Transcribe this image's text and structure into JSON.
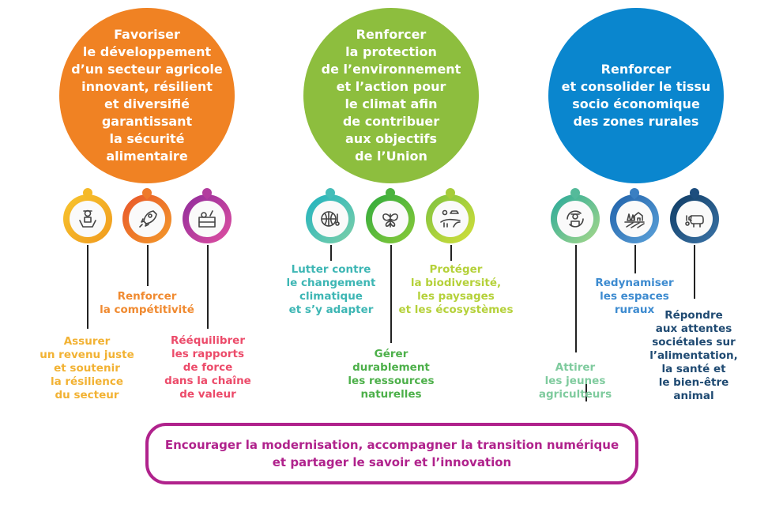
{
  "objectives": [
    {
      "text": "Favoriser\nle développement\nd’un secteur agricole\ninnovant, résilient\net diversifié\ngarantissant\nla sécurité\nalimentaire",
      "color": "#F08223"
    },
    {
      "text": "Renforcer\nla protection\nde l’environnement\net l’action pour\nle climat afin\nde contribuer\naux objectifs\nde l’Union",
      "color": "#8DBE3E"
    },
    {
      "text": "Renforcer\net consolider le tissu\nsocio économique\ndes zones rurales",
      "color": "#0A86CE"
    }
  ],
  "sub_objectives": [
    {
      "text": "Assurer\nun revenu juste\net soutenir\nla résilience\ndu secteur",
      "color": "#F2B233",
      "icon": "farmer-hands-icon"
    },
    {
      "text": "Renforcer\nla compétitivité",
      "color": "#F08A30",
      "icon": "rocket-icon"
    },
    {
      "text": "Rééquilibrer\nles rapports\nde force\ndans la chaîne\nde valeur",
      "color": "#EC4B6A",
      "icon": "produce-crate-icon"
    },
    {
      "text": "Lutter contre\nle changement\nclimatique\net s’y adapter",
      "color": "#3DB6B4",
      "icon": "globe-thermometer-icon"
    },
    {
      "text": "Gérer\ndurablement\nles ressources\nnaturelles",
      "color": "#4DB04A",
      "icon": "butterfly-leaf-icon"
    },
    {
      "text": "Protéger\nla biodiversité,\nles paysages\net les écosystèmes",
      "color": "#B5D13A",
      "icon": "landscape-icon"
    },
    {
      "text": "Attirer\nles jeunes\nagriculteurs",
      "color": "#7FCB9E",
      "icon": "young-farmer-cycle-icon"
    },
    {
      "text": "Redynamiser\nles espaces\nruraux",
      "color": "#3D8BD0",
      "icon": "rural-village-icon"
    },
    {
      "text": "Répondre\naux attentes\nsociétales sur\nl’alimentation,\nla santé et\nle bien-être\nanimal",
      "color": "#1F4A72",
      "icon": "livestock-icon"
    }
  ],
  "cross_cutting": "Encourager la modernisation, accompagner la transition numérique\net partager le savoir et l’innovation"
}
